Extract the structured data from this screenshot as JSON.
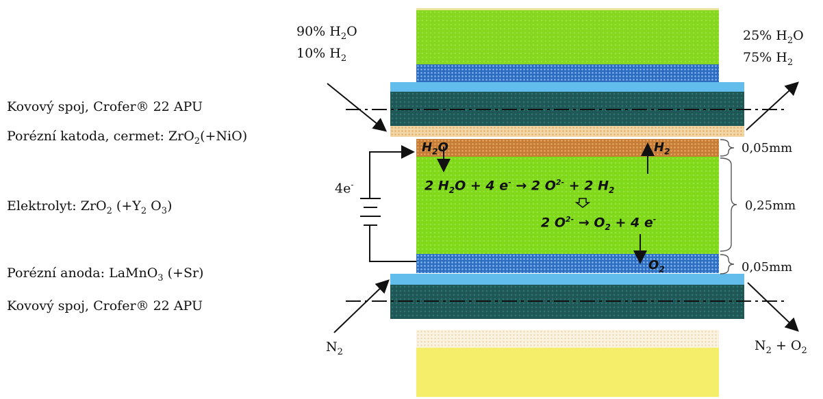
{
  "labels": {
    "interconnect_top": "Kovový spoj, Crofer® 22 APU",
    "cathode_prefix": "Porézní katoda, cermet: ZrO",
    "cathode_sub": "2",
    "cathode_suffix": "(+NiO)",
    "electrolyte_prefix": "Elektrolyt: ZrO",
    "electrolyte_sub1": "2",
    "electrolyte_mid": " (+Y",
    "electrolyte_sub2": "2",
    "electrolyte_o": " O",
    "electrolyte_sub3": "3",
    "electrolyte_suffix": ")",
    "anode_prefix": "Porézní anoda: LaMnO",
    "anode_sub": "3",
    "anode_suffix": " (+Sr)",
    "interconnect_bottom": "Kovový spoj, Crofer® 22 APU"
  },
  "inlet_top": {
    "line1_pct": "90% H",
    "line1_sub": "2",
    "line1_tail": "O",
    "line2_pct": "10% H",
    "line2_sub": "2"
  },
  "outlet_top": {
    "line1_pct": "25% H",
    "line1_sub": "2",
    "line1_tail": "O",
    "line2_pct": "75% H",
    "line2_sub": "2"
  },
  "inlet_bottom": {
    "text": "N",
    "sub": "2"
  },
  "outlet_bottom": {
    "text": "N",
    "sub1": "2",
    "mid": " + O",
    "sub2": "2"
  },
  "electrons": {
    "text": "4e",
    "sup": "-"
  },
  "dimensions": {
    "cathode": "0,05mm",
    "electrolyte": "0,25mm",
    "anode": "0,05mm"
  },
  "reactions": {
    "h2o_label": "H",
    "h2o_sub": "2",
    "h2o_tail": "O",
    "h2_label": "H",
    "h2_sub": "2",
    "eq1": {
      "a": "2 H",
      "a_sub": "2",
      "b": "O + 4 e",
      "b_sup": "-",
      "c": " → 2 O",
      "c_sup": "2-",
      "d": " + 2 H",
      "d_sub": "2"
    },
    "eq2": {
      "a": "2 O",
      "a_sup": "2-",
      "b": " → O",
      "b_sub": "2",
      "c": " + 4 e",
      "c_sup": "-"
    },
    "o2_label": "O",
    "o2_sub": "2"
  },
  "colors": {
    "electrolyte": "#7fd81a",
    "cathode": "#c8813a",
    "anode": "#2f6fc2",
    "interconnect_light": "#5fb7ea",
    "interconnect_dark": "#1f5a58",
    "yellow_end": "#f2ee6a"
  }
}
